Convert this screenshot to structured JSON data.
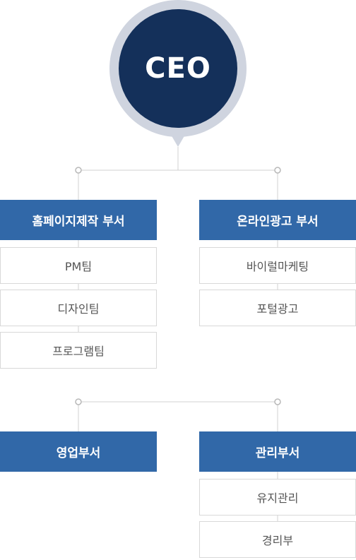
{
  "ceo": {
    "label": "CEO"
  },
  "departments": [
    {
      "name": "홈페이지제작 부서",
      "teams": [
        "PM팀",
        "디자인팀",
        "프로그램팀"
      ]
    },
    {
      "name": "온라인광고 부서",
      "teams": [
        "바이럴마케팅",
        "포털광고"
      ]
    },
    {
      "name": "영업부서",
      "teams": []
    },
    {
      "name": "관리부서",
      "teams": [
        "유지관리",
        "경리부"
      ]
    }
  ],
  "colors": {
    "ceo_fill": "#14305a",
    "ceo_ring": "#cfd4df",
    "department_fill": "#3168a8",
    "connector": "#d0d0d0"
  }
}
